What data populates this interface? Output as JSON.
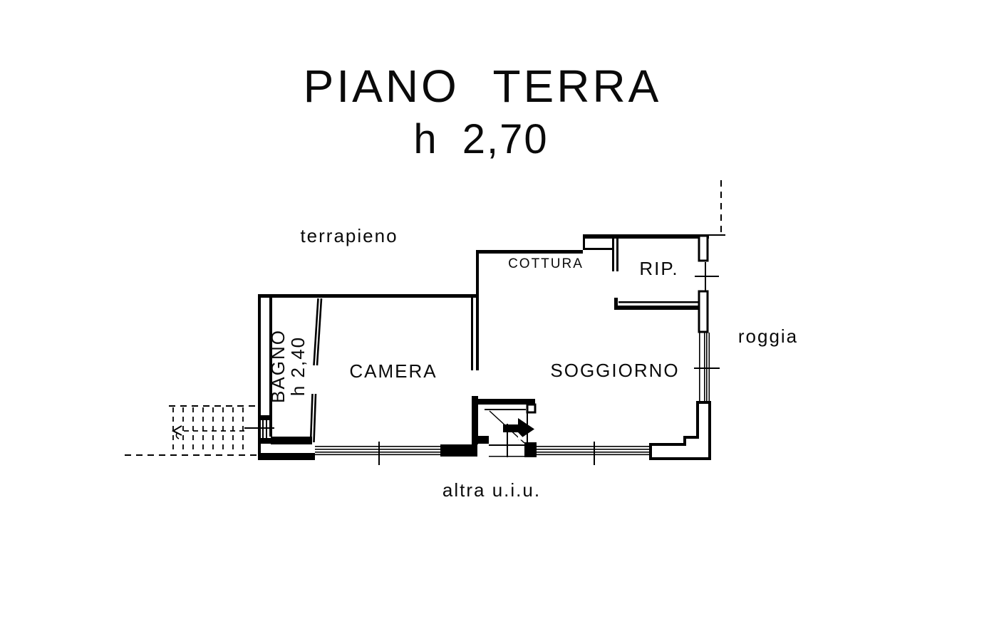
{
  "plan": {
    "title": "PIANO TERRA",
    "height_label": "h 2,70",
    "rooms": {
      "bagno": {
        "label": "BAGNO",
        "height": "h 2,40"
      },
      "camera": {
        "label": "CAMERA"
      },
      "cottura": {
        "label": "COTTURA"
      },
      "rip": {
        "label": "RIP."
      },
      "soggiorno": {
        "label": "SOGGIORNO"
      }
    },
    "annotations": {
      "terrapieno": "terrapieno",
      "roggia": "roggia",
      "altra_uiu": "altra u.i.u."
    },
    "colors": {
      "line": "#000000",
      "background": "#ffffff"
    }
  }
}
